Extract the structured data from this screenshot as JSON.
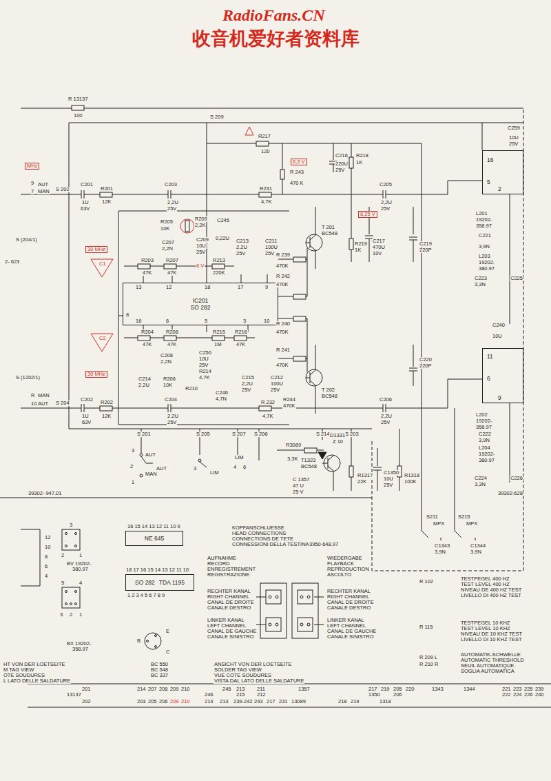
{
  "diagram": {
    "nodes": [
      {
        "text": [
          "IC201",
          "SO 282"
        ]
      },
      {
        "text": [
          "16",
          "5",
          "2"
        ]
      },
      {
        "text": [
          "11",
          "6",
          "9"
        ]
      },
      {
        "text": [
          "NE 645"
        ]
      },
      {
        "text": [
          "SO 282",
          "TDA 1195"
        ]
      }
    ],
    "labels": [
      "RadioFans.CN",
      "收音机爱好者资料库",
      "R 13137",
      "100",
      "S 209",
      "R217",
      "120",
      "6,3 V",
      "C216",
      "220U",
      "25V",
      "R218",
      "1K",
      "R 243",
      "470 K",
      "C259",
      "10U",
      "25V",
      "MHz",
      "9",
      "AUT",
      "7",
      "MAN",
      "S 202",
      "C201",
      "1U",
      "63V",
      "R201",
      "12K",
      "C203",
      "2,2U",
      "25V",
      "R231",
      "4,7K",
      "C205",
      "2,2U",
      "25V",
      "S (204/1)",
      "2- 623",
      "R205",
      "10K",
      "R209",
      "2,2K",
      "C245",
      "0,22U",
      "8,25 V",
      "L201",
      "19202-",
      "358.97",
      "C207",
      "2,2N",
      "C209",
      "10U",
      "25V",
      "C213",
      "2,2U",
      "25V",
      "C211",
      "100U",
      "25V",
      "T 201",
      "BC548",
      "R219",
      "1K",
      "C217",
      "470U",
      "10V",
      "C219",
      "220P",
      "C221",
      "3,9N",
      "30 MHz",
      "R203",
      "47K",
      "R207",
      "47K",
      "R213",
      "220K",
      "R 239",
      "470K",
      "L203",
      "19202-",
      "380.97",
      "C1",
      "8 V",
      "R 242",
      "470K",
      "C223",
      "3,3N",
      "C225",
      "13",
      "12",
      "18",
      "17",
      "9",
      "8",
      "16",
      "6",
      "5",
      "3",
      "10",
      "R 240",
      "470K",
      "C240",
      "10U",
      "C2",
      "R204",
      "47K",
      "R208",
      "47K",
      "R215",
      "1M",
      "R216",
      "47K",
      "R 241",
      "470K",
      "C208",
      "2,2N",
      "C250",
      "10U",
      "25V",
      "R214",
      "4,7K",
      "C220",
      "220P",
      "30 MHz",
      "C214",
      "2,2U",
      "R206",
      "10K",
      "R210",
      "C215",
      "2,2U",
      "25V",
      "C212",
      "100U",
      "25V",
      "C246",
      "4,7N",
      "T 202",
      "BC548",
      "R244",
      "470K",
      "R 232",
      "4,7K",
      "C202",
      "1U",
      "63V",
      "R202",
      "12K",
      "C204",
      "2,2U",
      "25V",
      "C206",
      "2,2U",
      "25V",
      "L202",
      "19202-",
      "358.97",
      "C222",
      "3,9N",
      "L204",
      "19202-",
      "380.97",
      "S (1202/1)",
      "R",
      "MAN",
      "10",
      "AUT",
      "S 204",
      "S 201",
      "S 205",
      "S 207",
      "S 206",
      "S 214",
      "S 203",
      "R3089",
      "3,3K",
      "D1331",
      "Z 10",
      "T1323",
      "BC548",
      "C 1357",
      "47 U",
      "25 V",
      "R1317",
      "22K",
      "C1350",
      "10U",
      "25V",
      "R1318",
      "100K",
      "C224",
      "3,3N",
      "C226",
      "3",
      "AUT",
      "2",
      "MAN",
      "1",
      "AUT",
      "3",
      "LIM",
      "LIM",
      "4",
      "6",
      "39302-628",
      "39302- 947.01",
      "S211",
      "MPX",
      "S215",
      "MPX",
      "C1343",
      "3,9N",
      "C1344",
      "3,9N",
      "12",
      "10",
      "8",
      "6",
      "4",
      "3",
      "2",
      "1",
      "BV 19202-",
      "380.97",
      "5",
      "4",
      "3",
      "2",
      "1",
      "BX 19202-",
      "358.97",
      "16 15 14 13 12 11 10 9",
      "18 17 16 15 14 13 12 11 10",
      "1 2 3 4 5 6 7 8 9",
      "B",
      "E",
      "C",
      "BC 550",
      "BC 548",
      "BC 337",
      "KOPFANSCHLUESSE",
      "HEAD CONNECTIONS",
      "CONNECTIONS DE TETE",
      "CONNESSIONI DELLA TESTINA",
      "3950-648.97",
      "AUFNAHME",
      "RECORD",
      "ENREGISTREMENT",
      "REGISTRAZIONE",
      "WIEDERGABE",
      "PLAYBACK",
      "REPRODUCTION",
      "ASCOLTO",
      "RECHTER KANAL",
      "RIGHT CHANNEL",
      "CANAL DE DROITE",
      "CANALE DESTRO",
      "RECHTER KANAL",
      "RIGHT CHANNEL",
      "CANAL DE DROITE",
      "CANALE DESTRO",
      "LINKER KANAL",
      "LEFT CHANNEL",
      "CANAL DE GAUCHE",
      "CANALE SINISTRO",
      "LINKER KANAL",
      "LEFT CHANNEL",
      "CANAL DE GAUCHE",
      "CANALE SINISTRO",
      "HT VON DER LOETSEITE",
      "M TAG VIEW",
      "OTE SOUDURES",
      "L LATO DELLE SALDATURE",
      "ANSICHT VON DER LOETSEITE",
      "SOLDER TAG VIEW",
      "VUE COTE SOUDURES",
      "VISTA DAL LATO DELLE SALDATURE",
      "R 102",
      "R 115",
      "R 209 L",
      "R 210 R",
      "TESTPEGEL 400 HZ",
      "TEST LEVEL 400 HZ",
      "NIVEAU DE 400 HZ TEST",
      "LIVELLO DI 400 HZ TEST",
      "TESTPEGEL 10 KHZ",
      "TEST LEVEL 10 KHZ",
      "NIVEAU DE 10 KHZ TEST",
      "LIVELLO DI 10 KHZ TEST",
      "AUTOMATIK-SCHWELLE",
      "AUTOMATIC THRESHOLD",
      "SEUIL AUTOMATIQUE",
      "SOGLIA AUTOMATICA",
      "201",
      "214",
      "207",
      "208",
      "209",
      "210",
      "245",
      "213",
      "211",
      "1357",
      "217",
      "219",
      "205",
      "220",
      "1343",
      "1344",
      "221",
      "223",
      "225",
      "239",
      "13137",
      "246",
      "215",
      "212",
      "1350",
      "206",
      "222",
      "224",
      "226",
      "240",
      "202",
      "203",
      "205",
      "206",
      "209",
      "210",
      "214",
      "213",
      "239-242",
      "243",
      "217",
      "231",
      "13089",
      "218",
      "219",
      "1318"
    ]
  }
}
